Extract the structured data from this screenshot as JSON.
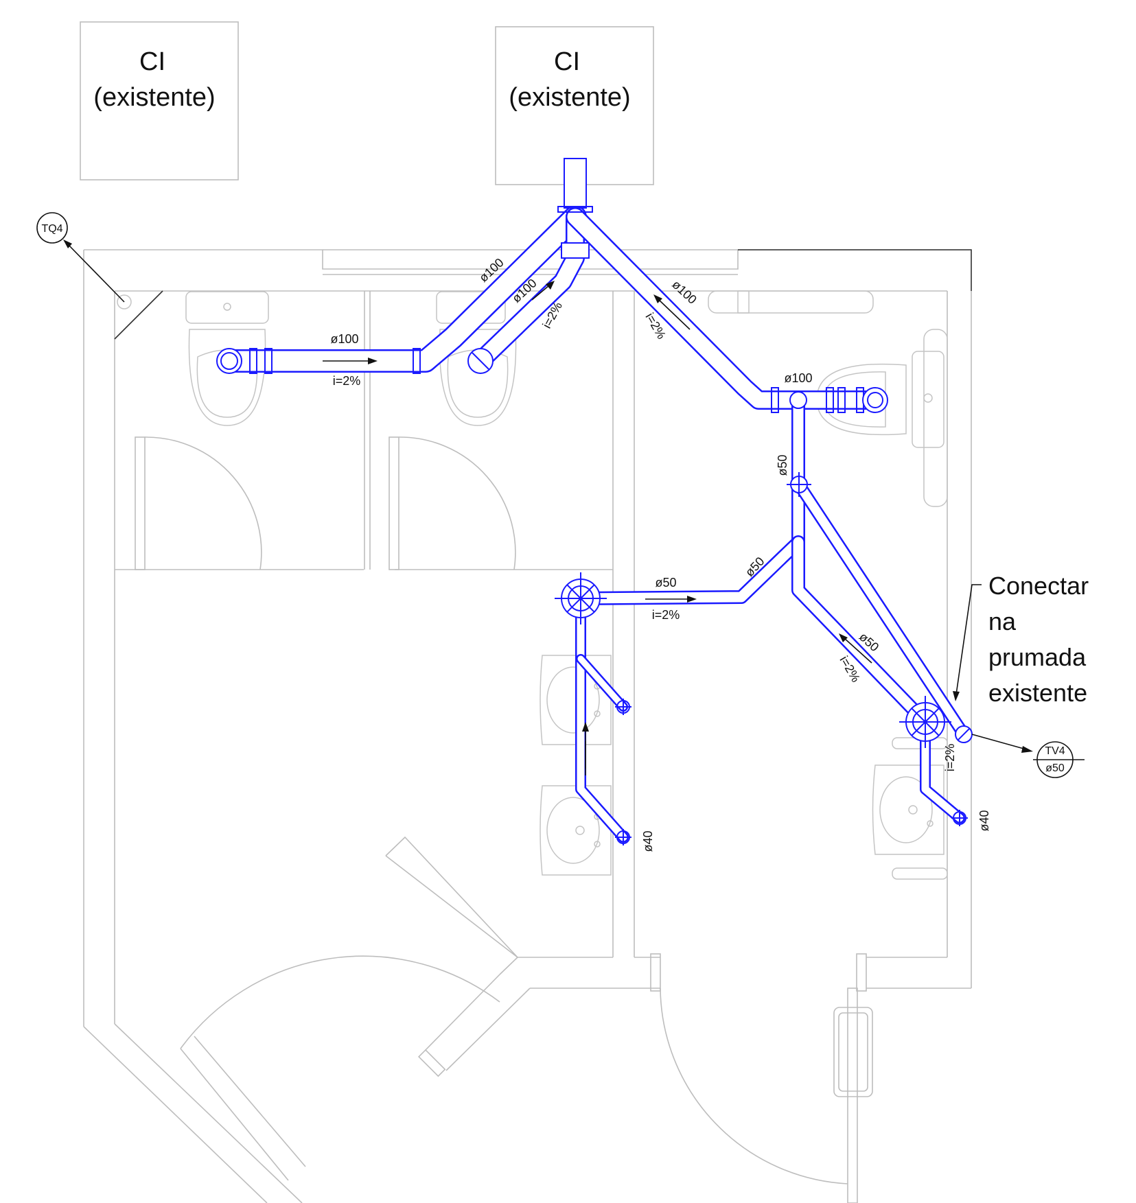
{
  "rooms": {
    "ci_left": {
      "line1": "CI",
      "line2": "(existente)"
    },
    "ci_right": {
      "line1": "CI",
      "line2": "(existente)"
    }
  },
  "tags": {
    "tq4": "TQ4",
    "tv4_top": "TV4",
    "tv4_bottom": "ø50"
  },
  "annotation": {
    "line1": "Conectar",
    "line2": "na",
    "line3": "prumada",
    "line4": "existente"
  },
  "pipe_labels": {
    "d100_h": "ø100",
    "slope_h_left": "i=2%",
    "d100_diag_a": "ø100",
    "d100_diag_b": "ø100",
    "slope_diag_b": "i=2%",
    "d100_right_diag": "ø100",
    "slope_right_diag": "i=2%",
    "d100_right_h": "ø100",
    "d50_vert": "ø50",
    "d50_mid_diag": "ø50",
    "d50_h": "ø50",
    "slope_h_mid": "i=2%",
    "d50_low_diag": "ø50",
    "slope_low_diag": "i=2%",
    "slope_vert_right": "i=2%",
    "d40_left": "ø40",
    "d40_right": "ø40"
  },
  "colors": {
    "pipe": "#1a1aff",
    "wall": "#bdbdbd",
    "text": "#111111"
  }
}
